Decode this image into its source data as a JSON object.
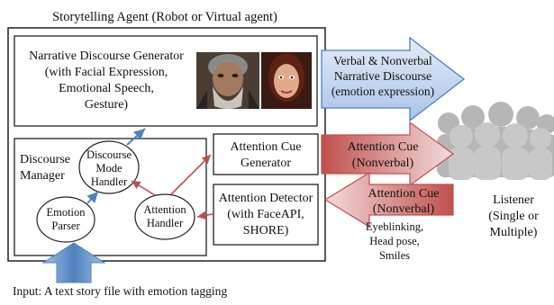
{
  "title": "Storytelling Agent (Robot or Virtual agent)",
  "narrative_generator": {
    "lines": [
      "Narrative Discourse Generator",
      "(with Facial Expression,",
      "Emotional Speech,",
      "Gesture)"
    ]
  },
  "discourse_manager": {
    "lines": [
      "Discourse",
      "Manager"
    ]
  },
  "mode_handler": {
    "lines": [
      "Discourse",
      "Mode",
      "Handler"
    ]
  },
  "emotion_parser": {
    "lines": [
      "Emotion",
      "Parser"
    ]
  },
  "attention_handler": {
    "lines": [
      "Attention",
      "Handler"
    ]
  },
  "cue_generator": {
    "lines": [
      "Attention Cue",
      "Generator"
    ]
  },
  "attention_detector": {
    "lines": [
      "Attention Detector",
      "(with FaceAPI,",
      "SHORE)"
    ]
  },
  "verbal_arrow": {
    "lines": [
      "Verbal & Nonverbal",
      "Narrative Discourse",
      "(emotion expression)"
    ]
  },
  "cue_out_arrow": {
    "lines": [
      "Attention Cue",
      "(Nonverbal)"
    ]
  },
  "cue_in_arrow": {
    "lines": [
      "Attention Cue",
      "(Nonverbal)"
    ]
  },
  "cue_details": {
    "lines": [
      "Eyeblinking,",
      "Head pose,",
      "Smiles"
    ]
  },
  "listener": {
    "lines": [
      "Listener",
      "(Single or",
      "Multiple)"
    ]
  },
  "input_caption": "Input: A text story file with emotion tagging",
  "colors": {
    "box_stroke": "#222222",
    "blue_arrow": "#c6d9f1",
    "blue_arrow_stroke": "#4f81bd",
    "red_arrow": "#c0504d",
    "red_arrow_light": "#f2dcdb",
    "connector_blue": "#4f81bd",
    "connector_red": "#c0504d",
    "crowd": "#b8b8b8"
  }
}
